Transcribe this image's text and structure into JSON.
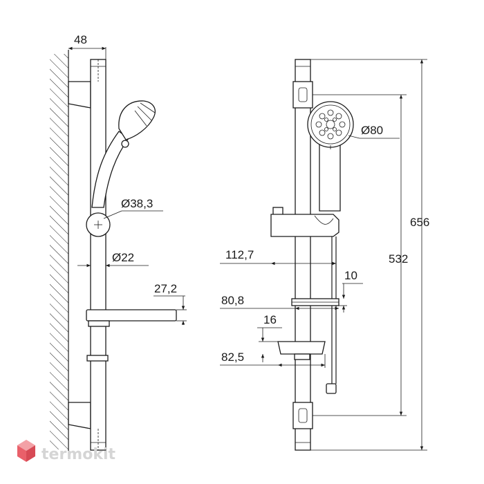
{
  "dimensions": {
    "wall_offset": "48",
    "slider_diameter": "Ø38,3",
    "rail_diameter": "Ø22",
    "soap_dish_height": "27,2",
    "head_diameter": "Ø80",
    "slider_projection": "112,7",
    "dish_upper_thickness": "10",
    "dish_upper_depth": "80,8",
    "dish_lower_height": "16",
    "dish_lower_depth": "82,5",
    "bracket_spacing": "532",
    "total_height": "656"
  },
  "watermark": {
    "text": "termokit"
  },
  "colors": {
    "line": "#1a1a1a",
    "watermark": "#d5d5d5",
    "logo_red": "#e9606a"
  }
}
